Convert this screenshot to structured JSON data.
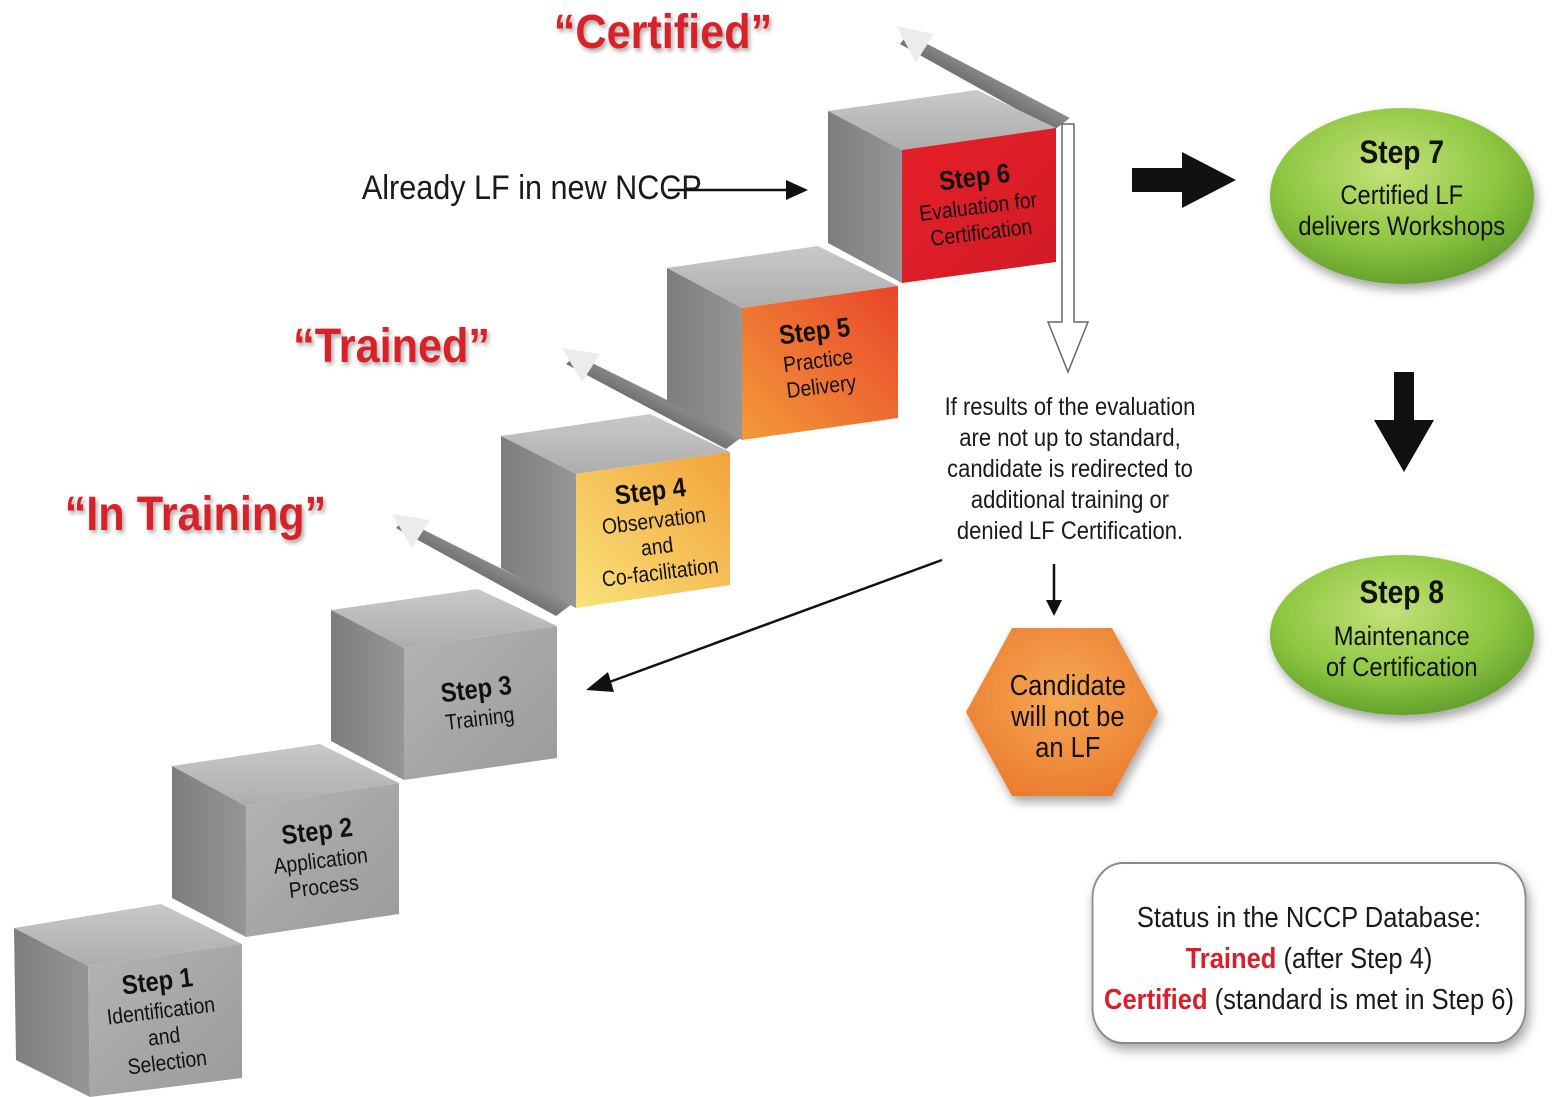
{
  "steps": [
    {
      "title": "Step 1",
      "lines": [
        "Identification",
        "and",
        "Selection"
      ]
    },
    {
      "title": "Step 2",
      "lines": [
        "Application",
        "Process"
      ]
    },
    {
      "title": "Step 3",
      "lines": [
        "Training"
      ]
    },
    {
      "title": "Step 4",
      "lines": [
        "Observation",
        "and",
        "Co-facilitation"
      ]
    },
    {
      "title": "Step 5",
      "lines": [
        "Practice",
        "Delivery"
      ]
    },
    {
      "title": "Step 6",
      "lines": [
        "Evaluation for",
        "Certification"
      ]
    }
  ],
  "stages": {
    "in_training": "“In Training”",
    "trained": "“Trained”",
    "certified": "“Certified”"
  },
  "already_lf": "Already LF in new NCCP",
  "evaluation_note": {
    "lines": [
      "If results of the evaluation",
      "are not up to standard,",
      "candidate is redirected to",
      "additional training or",
      "denied LF Certification."
    ]
  },
  "hexagon": {
    "lines": [
      "Candidate",
      "will not be",
      "an LF"
    ]
  },
  "step7": {
    "title": "Step 7",
    "lines": [
      "Certified LF",
      "delivers Workshops"
    ]
  },
  "step8": {
    "title": "Step 8",
    "lines": [
      "Maintenance",
      "of Certification"
    ]
  },
  "status_box": {
    "heading": "Status in the NCCP Database:",
    "trained_word": "Trained",
    "trained_rest": " (after Step 4)",
    "certified_word": "Certified",
    "certified_rest": " (standard is met in Step 6)"
  },
  "colors": {
    "stage_red": "#d8202a",
    "cube_front": "#a7a7a7",
    "cube_top": "#bdbdbd",
    "cube_side": "#8a8a8a",
    "step4_yellow": "#f6d55c",
    "step5_orange": "#ee7a2e",
    "step6_red": "#e3202b",
    "oval_green": "#8cc63f",
    "hexagon_orange": "#ee8a2e"
  }
}
